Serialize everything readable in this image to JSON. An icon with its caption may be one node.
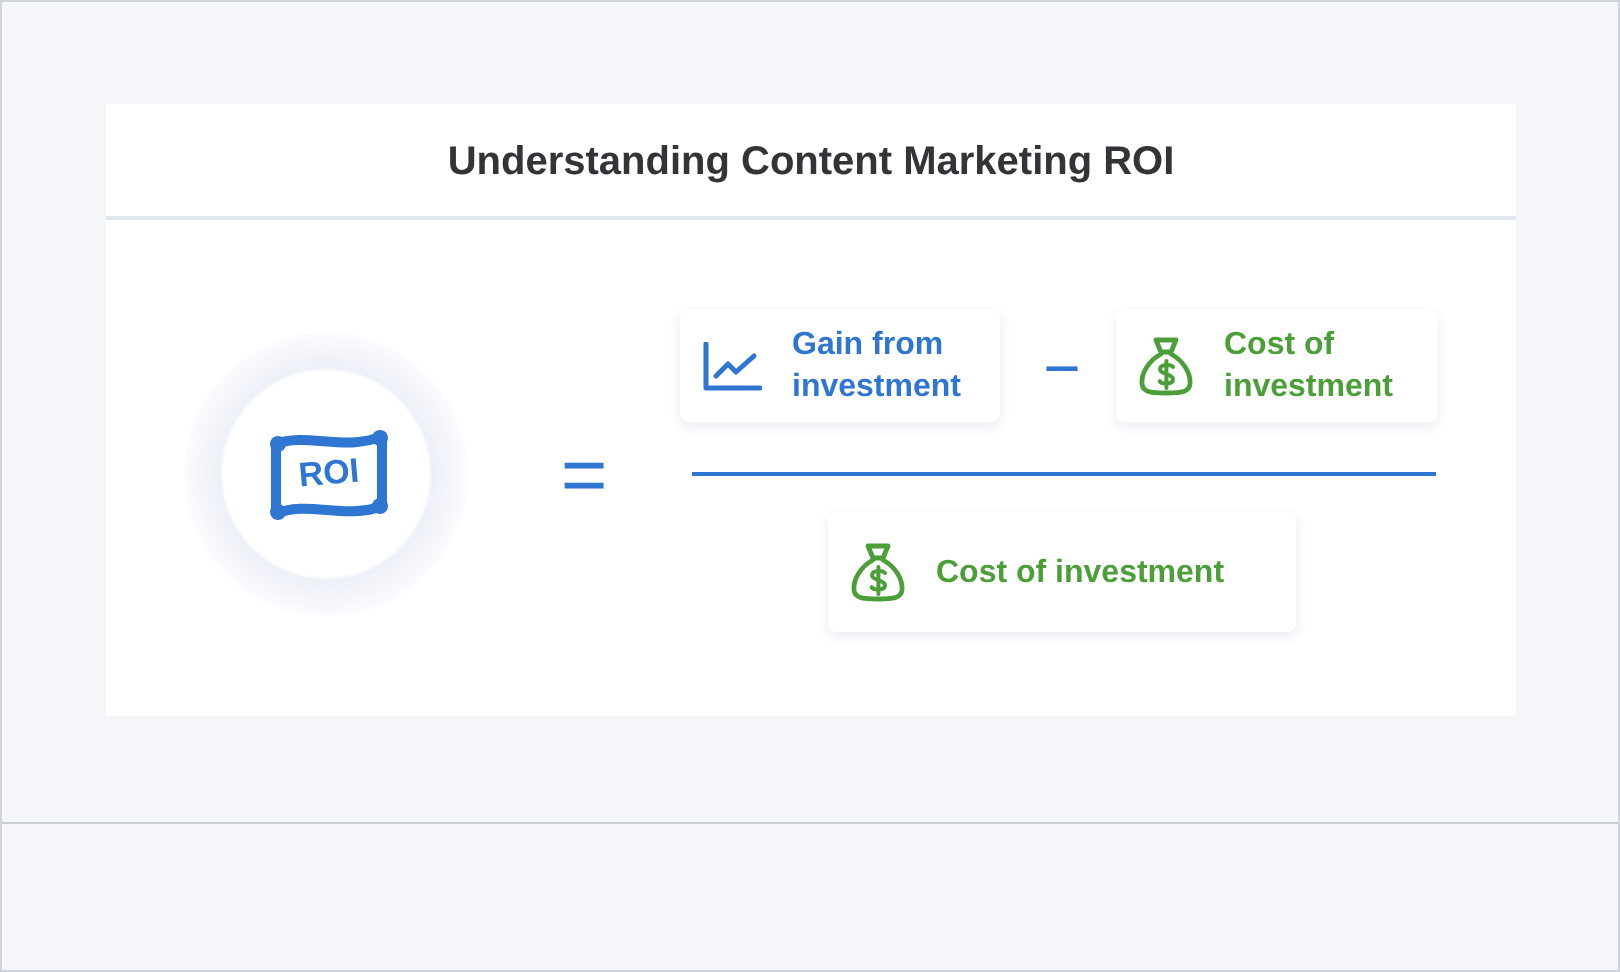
{
  "diagram": {
    "title": "Understanding Content Marketing ROI",
    "nodes": [
      {
        "text": [
          "ROI"
        ]
      },
      {
        "text": [
          "Gain from investment"
        ]
      },
      {
        "text": [
          "Cost of investment"
        ]
      },
      {
        "text": [
          "Cost of investment"
        ]
      }
    ],
    "labels": [
      "=",
      "−"
    ]
  }
}
